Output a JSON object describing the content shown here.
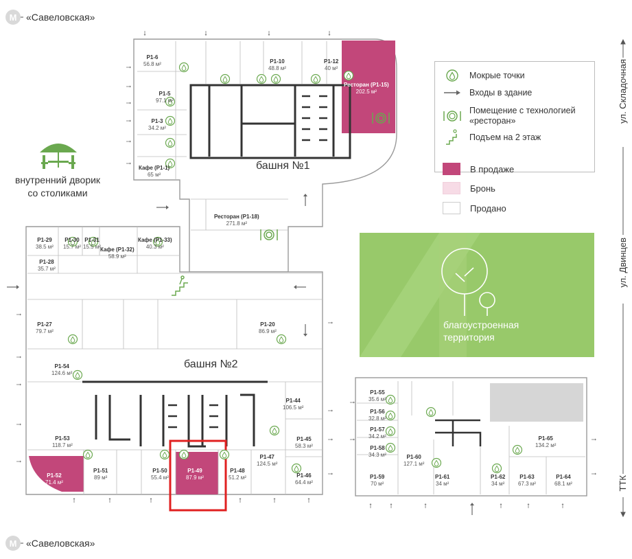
{
  "metro": {
    "name": "«Савеловская»",
    "letter": "M"
  },
  "streets": {
    "skladochnaya": "ул. Складочная",
    "dvintsev": "ул. Двинцев",
    "ttk": "ТТК"
  },
  "legend": {
    "items": [
      {
        "label": "Мокрые точки",
        "icon": "water-drop-icon"
      },
      {
        "label": "Входы в здание",
        "icon": "entrance-arrow-icon"
      },
      {
        "label": "Помещение с технологией «ресторан»",
        "icon": "restaurant-icon"
      },
      {
        "label": "Подъем на 2 этаж",
        "icon": "stairs-up-icon"
      }
    ],
    "statuses": [
      {
        "label": "В продаже",
        "color": "#c2477a"
      },
      {
        "label": "Бронь",
        "color": "#f7dbe6"
      },
      {
        "label": "Продано",
        "color": "#ffffff"
      }
    ]
  },
  "yard": {
    "line1": "внутренний дворик",
    "line2": "со столиками"
  },
  "green_area": {
    "line1": "благоустроенная",
    "line2": "территория"
  },
  "towers": {
    "t1": "башня №1",
    "t2": "башня №2"
  },
  "colors": {
    "for_sale": "#c2477a",
    "reserved": "#f7dbe6",
    "wet_point": "#6aa84f",
    "park": "#98c96a",
    "highlight": "#e02020"
  },
  "rooms": [
    {
      "id": "P1-6",
      "label": "Р1-6",
      "area": "56.8 м²"
    },
    {
      "id": "P1-10",
      "label": "Р1-10",
      "area": "48.8 м²"
    },
    {
      "id": "P1-12",
      "label": "Р1-12",
      "area": "40 м²"
    },
    {
      "id": "P1-15",
      "label": "Ресторан (Р1-15)",
      "area": "202.5 м²",
      "status": "for_sale"
    },
    {
      "id": "P1-5",
      "label": "Р1-5",
      "area": "97.1 м²"
    },
    {
      "id": "P1-3",
      "label": "Р1-3",
      "area": "34.2 м²"
    },
    {
      "id": "P1-1",
      "label": "Кафе (Р1-1)",
      "area": "65 м²"
    },
    {
      "id": "P1-18",
      "label": "Ресторан (Р1-18)",
      "area": "271.8 м²"
    },
    {
      "id": "P1-29",
      "label": "Р1-29",
      "area": "38.5 м²"
    },
    {
      "id": "P1-30",
      "label": "Р1-30",
      "area": "15.7 м²"
    },
    {
      "id": "P1-31",
      "label": "Р1-31",
      "area": "15.5 м²"
    },
    {
      "id": "P1-32",
      "label": "Кафе (Р1-32)",
      "area": "58.9 м²"
    },
    {
      "id": "P1-33",
      "label": "Кафе (Р1-33)",
      "area": "40.3 м²"
    },
    {
      "id": "P1-28",
      "label": "Р1-28",
      "area": "35.7 м²"
    },
    {
      "id": "P1-27",
      "label": "Р1-27",
      "area": "79.7 м²"
    },
    {
      "id": "P1-20",
      "label": "Р1-20",
      "area": "86.9 м²"
    },
    {
      "id": "P1-54",
      "label": "Р1-54",
      "area": "124.6 м²"
    },
    {
      "id": "P1-53",
      "label": "Р1-53",
      "area": "118.7 м²"
    },
    {
      "id": "P1-52",
      "label": "Р1-52",
      "area": "71.4 м²",
      "status": "for_sale"
    },
    {
      "id": "P1-51",
      "label": "Р1-51",
      "area": "89 м²"
    },
    {
      "id": "P1-50",
      "label": "Р1-50",
      "area": "55.4 м²"
    },
    {
      "id": "P1-49",
      "label": "Р1-49",
      "area": "87.9 м²",
      "status": "for_sale"
    },
    {
      "id": "P1-48",
      "label": "Р1-48",
      "area": "51.2 м²"
    },
    {
      "id": "P1-47",
      "label": "Р1-47",
      "area": "124.5 м²"
    },
    {
      "id": "P1-44",
      "label": "Р1-44",
      "area": "106.5 м²"
    },
    {
      "id": "P1-45",
      "label": "Р1-45",
      "area": "58.3 м²"
    },
    {
      "id": "P1-46",
      "label": "Р1-46",
      "area": "64.4 м²"
    },
    {
      "id": "P1-55",
      "label": "Р1-55",
      "area": "35.6 м²"
    },
    {
      "id": "P1-56",
      "label": "Р1-56",
      "area": "32.8 м²"
    },
    {
      "id": "P1-57",
      "label": "Р1-57",
      "area": "34.2 м²"
    },
    {
      "id": "P1-58",
      "label": "Р1-58",
      "area": "34.3 м²"
    },
    {
      "id": "P1-59",
      "label": "Р1-59",
      "area": "70 м²"
    },
    {
      "id": "P1-60",
      "label": "Р1-60",
      "area": "127.1 м²"
    },
    {
      "id": "P1-61",
      "label": "Р1-61",
      "area": "34 м²"
    },
    {
      "id": "P1-62",
      "label": "Р1-62",
      "area": "34 м²"
    },
    {
      "id": "P1-63",
      "label": "Р1-63",
      "area": "67.3 м²"
    },
    {
      "id": "P1-64",
      "label": "Р1-64",
      "area": "68.1 м²"
    },
    {
      "id": "P1-65",
      "label": "Р1-65",
      "area": "134.2 м²"
    }
  ]
}
